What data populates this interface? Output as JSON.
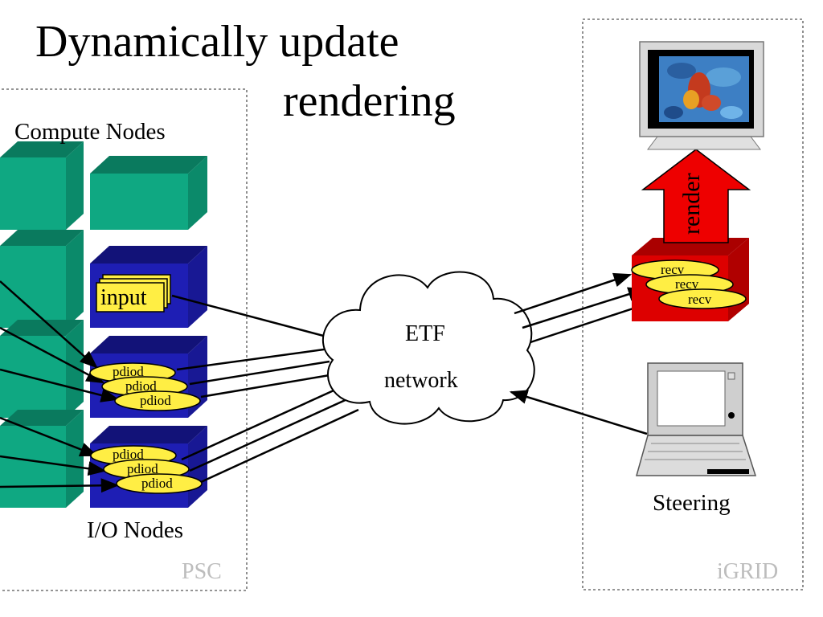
{
  "title": {
    "line1": "Dynamically update",
    "line2": "rendering"
  },
  "psc": {
    "compute_nodes_label": "Compute Nodes",
    "io_nodes_label": "I/O Nodes",
    "site_label": "PSC",
    "input_label": "input",
    "daemon_label": "pdiod"
  },
  "network": {
    "line1": "ETF",
    "line2": "network"
  },
  "igrid": {
    "render_label": "render",
    "recv_label": "recv",
    "steering_label": "Steering",
    "site_label": "iGRID"
  },
  "colors": {
    "compute_node": "#0fa882",
    "io_node": "#1e1eb4",
    "daemon": "#ffee44",
    "receiver": "#dd0000",
    "render_arrow": "#ee0000",
    "site_label": "#bdbdbd"
  },
  "icons": [
    "display-monitor-icon",
    "laptop-icon",
    "cloud-icon",
    "render-arrow-icon"
  ]
}
